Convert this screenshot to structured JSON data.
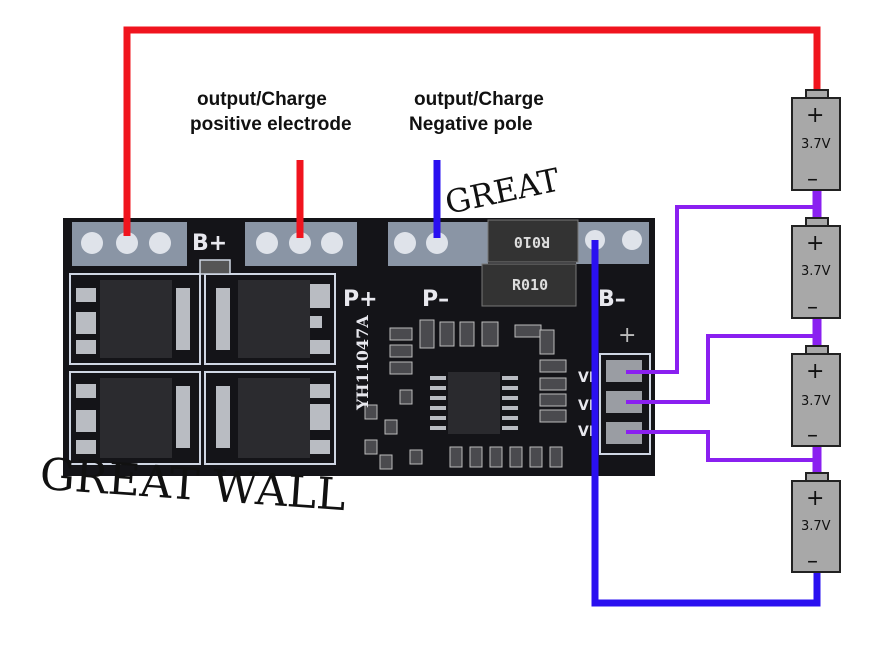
{
  "labels": {
    "positive": {
      "line1": "output/Charge",
      "line2": "positive electrode"
    },
    "negative": {
      "line1": "output/Charge",
      "line2": "Negative pole"
    }
  },
  "board": {
    "bplus": "B+",
    "pplus": "P+",
    "pminus": "P–",
    "bminus": "B–",
    "model": "YH11047A",
    "resistor": "R010",
    "balance": [
      "VI",
      "VI",
      "VI"
    ],
    "watermark_main": "GREAT WALL",
    "watermark_top": "GREAT"
  },
  "batteries": [
    {
      "voltage": "3.7V",
      "plus": "+",
      "minus": "–"
    },
    {
      "voltage": "3.7V",
      "plus": "+",
      "minus": "–"
    },
    {
      "voltage": "3.7V",
      "plus": "+",
      "minus": "–"
    },
    {
      "voltage": "3.7V",
      "plus": "+",
      "minus": "–"
    }
  ],
  "colors": {
    "positive_wire": "#f0141e",
    "negative_wire": "#2a10f0",
    "balance_wire": "#8a20f0",
    "battery": "#a8a8a8",
    "board": "#141418"
  }
}
